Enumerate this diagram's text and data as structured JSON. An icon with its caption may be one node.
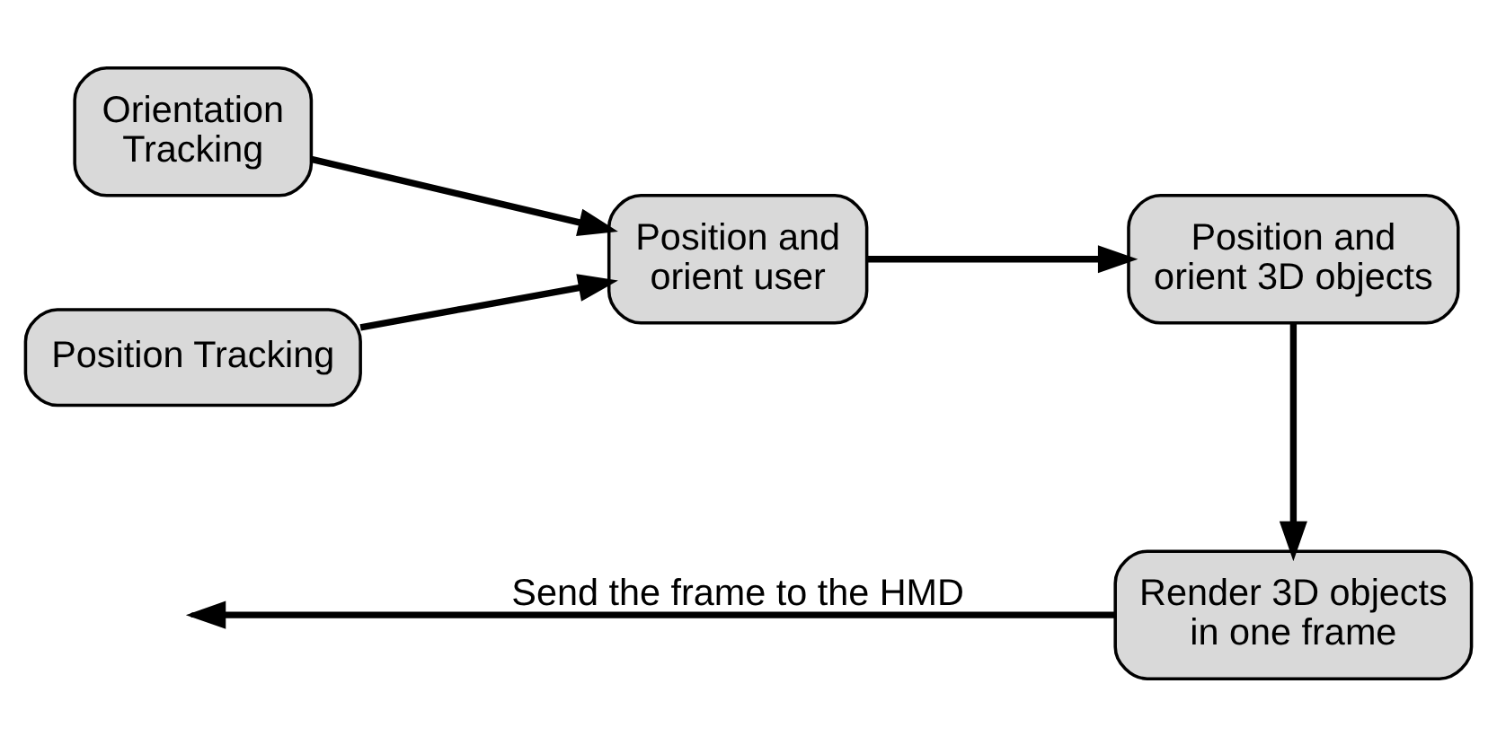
{
  "diagram": {
    "nodes": [
      {
        "text": [
          "Position Tracking"
        ]
      },
      {
        "text": [
          "Orientation Tracking"
        ]
      },
      {
        "text": [
          "Position and orient user"
        ]
      },
      {
        "text": [
          "Position and orient 3D objects"
        ]
      },
      {
        "text": [
          "Render 3D objects in one frame"
        ]
      }
    ],
    "edges": [
      {
        "from": 0,
        "to": 2,
        "arrow": "to"
      },
      {
        "from": 1,
        "to": 2,
        "arrow": "to"
      },
      {
        "from": 2,
        "to": 3,
        "arrow": "to"
      },
      {
        "from": 3,
        "to": 4,
        "arrow": "to"
      },
      {
        "from": 4,
        "to": null,
        "arrow": "to",
        "label": "Send the frame to the HMD"
      }
    ]
  }
}
